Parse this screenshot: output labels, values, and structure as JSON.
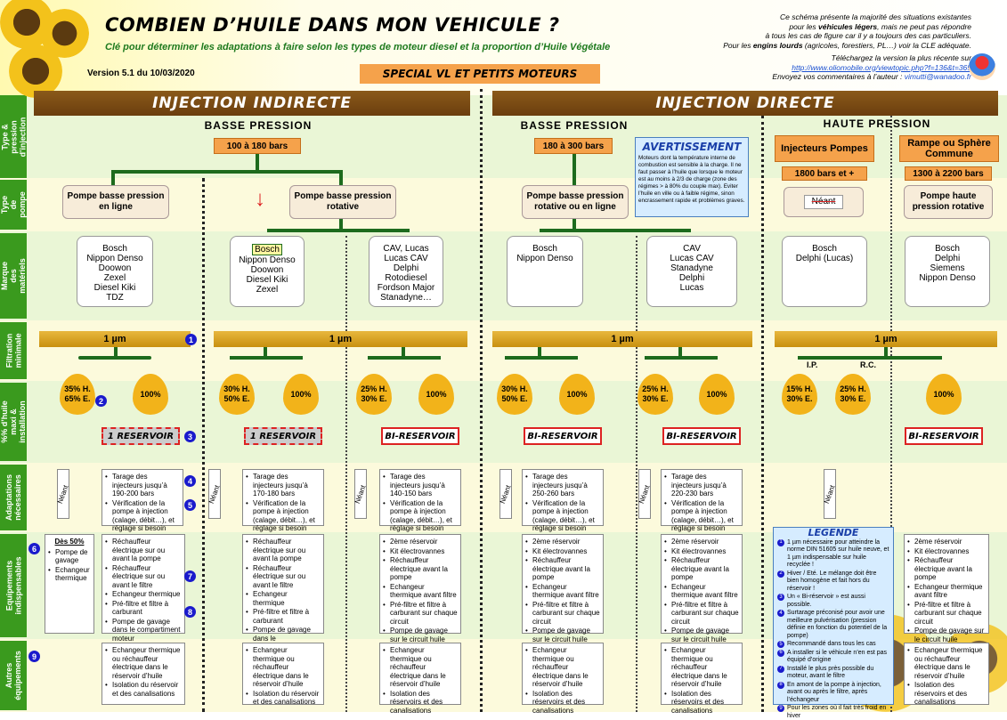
{
  "header": {
    "title": "COMBIEN D’HUILE DANS MON VEHICULE ?",
    "subtitle": "Clé pour déterminer les adaptations à faire selon les types de moteur diesel et la proportion d’Huile Végétale",
    "version": "Version 5.1 du 10/03/2020",
    "special": "SPECIAL VL ET PETITS MOTEURS",
    "note1": "Ce schéma présente la majorité des situations existantes",
    "note2a": "pour les ",
    "note2b": "véhicules légers",
    "note2c": ", mais ne peut pas répondre",
    "note3": "à tous les cas de figure car il y a toujours des cas particuliers.",
    "note4a": "Pour les ",
    "note4b": "engins lourds",
    "note4c": " (agricoles, forestiers, PL…) voir la CLE adéquate.",
    "download": "Téléchargez la version la plus récente sur",
    "url": "http://www.oliomobile.org/viewtopic.php?f=136&t=365",
    "contact_pre": "Envoyez vos commentaires à l’auteur : ",
    "contact": "vimutti@wanadoo.fr"
  },
  "row_labels": {
    "type_pression": "Type & pression d'injection",
    "type_pompe": "Type de pompe",
    "marque": "Marque des matériels",
    "filtration": "Filtration minimale",
    "huile": "%% d’huile maxi & installation",
    "adaptations": "Adaptations nécessaires",
    "equipements": "Equipements indispensables",
    "autres": "Autres équipements"
  },
  "sections": {
    "indirecte": "INJECTION INDIRECTE",
    "directe": "INJECTION DIRECTE",
    "basse1": "BASSE PRESSION",
    "basse2": "BASSE PRESSION",
    "haute": "HAUTE PRESSION"
  },
  "pressures": {
    "p1": "100 à 180 bars",
    "p2": "180 à 300 bars",
    "injecteurs_pompes": "Injecteurs Pompes",
    "rampe": "Rampe ou Sphère Commune",
    "p3": "1800 bars et +",
    "p4": "1300 à 2200 bars"
  },
  "avertissement": {
    "title": "AVERTISSEMENT",
    "text": "Moteurs dont la température interne de combustion est sensible à la charge. Il ne faut passer à l’huile que lorsque le moteur est au moins à 2/3 de charge (zone des régimes > à 80% du couple max). Eviter l’huile en ville ou à faible régime, sinon encrassement rapide et problèmes graves."
  },
  "pumps": {
    "a": "Pompe basse pression en ligne",
    "b": "Pompe basse pression rotative",
    "c": "Pompe basse pression rotative ou en ligne",
    "d": "Néant",
    "e": "Pompe haute pression rotative"
  },
  "brands": {
    "b1": [
      "Bosch",
      "Nippon Denso",
      "Doowon",
      "Zexel",
      "Diesel Kiki",
      "TDZ"
    ],
    "b2": [
      "Bosch",
      "Nippon Denso",
      "Doowon",
      "Diesel Kiki",
      "Zexel"
    ],
    "b3": [
      "CAV, Lucas",
      "Lucas CAV",
      "Delphi",
      "Rotodiesel",
      "Fordson Major",
      "Stanadyne…"
    ],
    "b4": [
      "Bosch",
      "Nippon Denso"
    ],
    "b5": [
      "CAV",
      "Lucas CAV",
      "Stanadyne",
      "Delphi",
      "Lucas"
    ],
    "b6": [
      "Bosch",
      "Delphi (Lucas)"
    ],
    "b7": [
      "Bosch",
      "Delphi",
      "Siemens",
      "Nippon Denso"
    ]
  },
  "filtration": "1 µm",
  "ip": "I.P.",
  "rc": "R.C.",
  "drops": {
    "d35": "35% H.\n65% E.",
    "d100": "100%",
    "d30": "30% H.\n50% E.",
    "d25": "25% H.\n30% E.",
    "d15": "15% H.\n30% E."
  },
  "reservoir": {
    "one": "1 RESERVOIR",
    "bi": "BI-RESERVOIR"
  },
  "neant": "Néant",
  "adapt": {
    "a1": [
      "Tarage des injecteurs jusqu’à 190-200 bars",
      "Vérification de la pompe à injection (calage, débit…), et réglage si besoin"
    ],
    "a2": [
      "Tarage des injecteurs jusqu’à 170-180 bars",
      "Vérification de la pompe à injection (calage, débit…), et réglage si besoin"
    ],
    "a3": [
      "Tarage des injecteurs jusqu’à 140-150 bars",
      "Vérification de la pompe à injection (calage, débit…), et réglage si besoin"
    ],
    "a4": [
      "Tarage des injecteurs jusqu’à 250-260 bars",
      "Vérification de la pompe à injection (calage, débit…), et réglage si besoin"
    ],
    "a5": [
      "Tarage des injecteurs jusqu’à 220-230 bars",
      "Vérification de la pompe à injection (calage, débit…), et réglage si besoin"
    ]
  },
  "equip": {
    "des50": "Dès 50%",
    "e0": [
      "Pompe de gavage",
      "Echangeur thermique"
    ],
    "e1": [
      "Réchauffeur électrique sur ou avant la pompe",
      "Réchauffeur électrique sur ou avant le filtre",
      "Echangeur thermique",
      "Pré-filtre et filtre à carburant",
      "Pompe de gavage dans le compartiment moteur"
    ],
    "e2": [
      "Réchauffeur électrique sur ou avant la pompe",
      "Réchauffeur électrique sur ou avant le filtre",
      "Echangeur thermique",
      "Pré-filtre et filtre à carburant",
      "Pompe de gavage dans le compartiment moteur"
    ],
    "e3": [
      "2ème réservoir",
      "Kit électrovannes",
      "Réchauffeur électrique avant la pompe",
      "Echangeur thermique avant filtre",
      "Pré-filtre et filtre à carburant sur chaque circuit",
      "Pompe de gavage sur le circuit huile"
    ]
  },
  "autres": {
    "a1": [
      "Echangeur thermique ou réchauffeur électrique dans le réservoir d’huile",
      "Isolation du réservoir et des canalisations"
    ],
    "a3": [
      "Echangeur thermique ou réchauffeur électrique dans le réservoir d’huile",
      "Isolation des réservoirs et des canalisations"
    ]
  },
  "legende": {
    "title": "LEGENDE",
    "items": [
      "1 µm nécessaire pour atteindre la norme DIN 51605 sur huile neuve, et 1 µm indispensable sur huile recyclée !",
      "Hiver / Eté. Le mélange doit être bien homogène et fait hors du réservoir !",
      "Un « Bi-réservoir » est aussi possible.",
      "Surtarage préconisé pour avoir une meilleure pulvérisation (pression définie en fonction du potentiel de la pompe)",
      "Recommandé dans tous les cas",
      "A installer si le véhicule n’en est pas équipé d’origine",
      "Installé le plus près possible du moteur, avant le filtre",
      "En amont de la pompe à injection, avant ou après le filtre, après l’échangeur",
      "Pour les zones où il fait très froid en hiver"
    ]
  },
  "numbers": [
    "1",
    "2",
    "3",
    "4",
    "5",
    "6",
    "7",
    "8",
    "9"
  ],
  "colors": {
    "green_band": "#3a9a1e",
    "light_green": "#eaf6d6",
    "light_yellow": "#fcfadc",
    "brown": "#7a4a14",
    "orange": "#f5a24b",
    "gold": "#f2b31a",
    "blue": "#1a1acc"
  }
}
